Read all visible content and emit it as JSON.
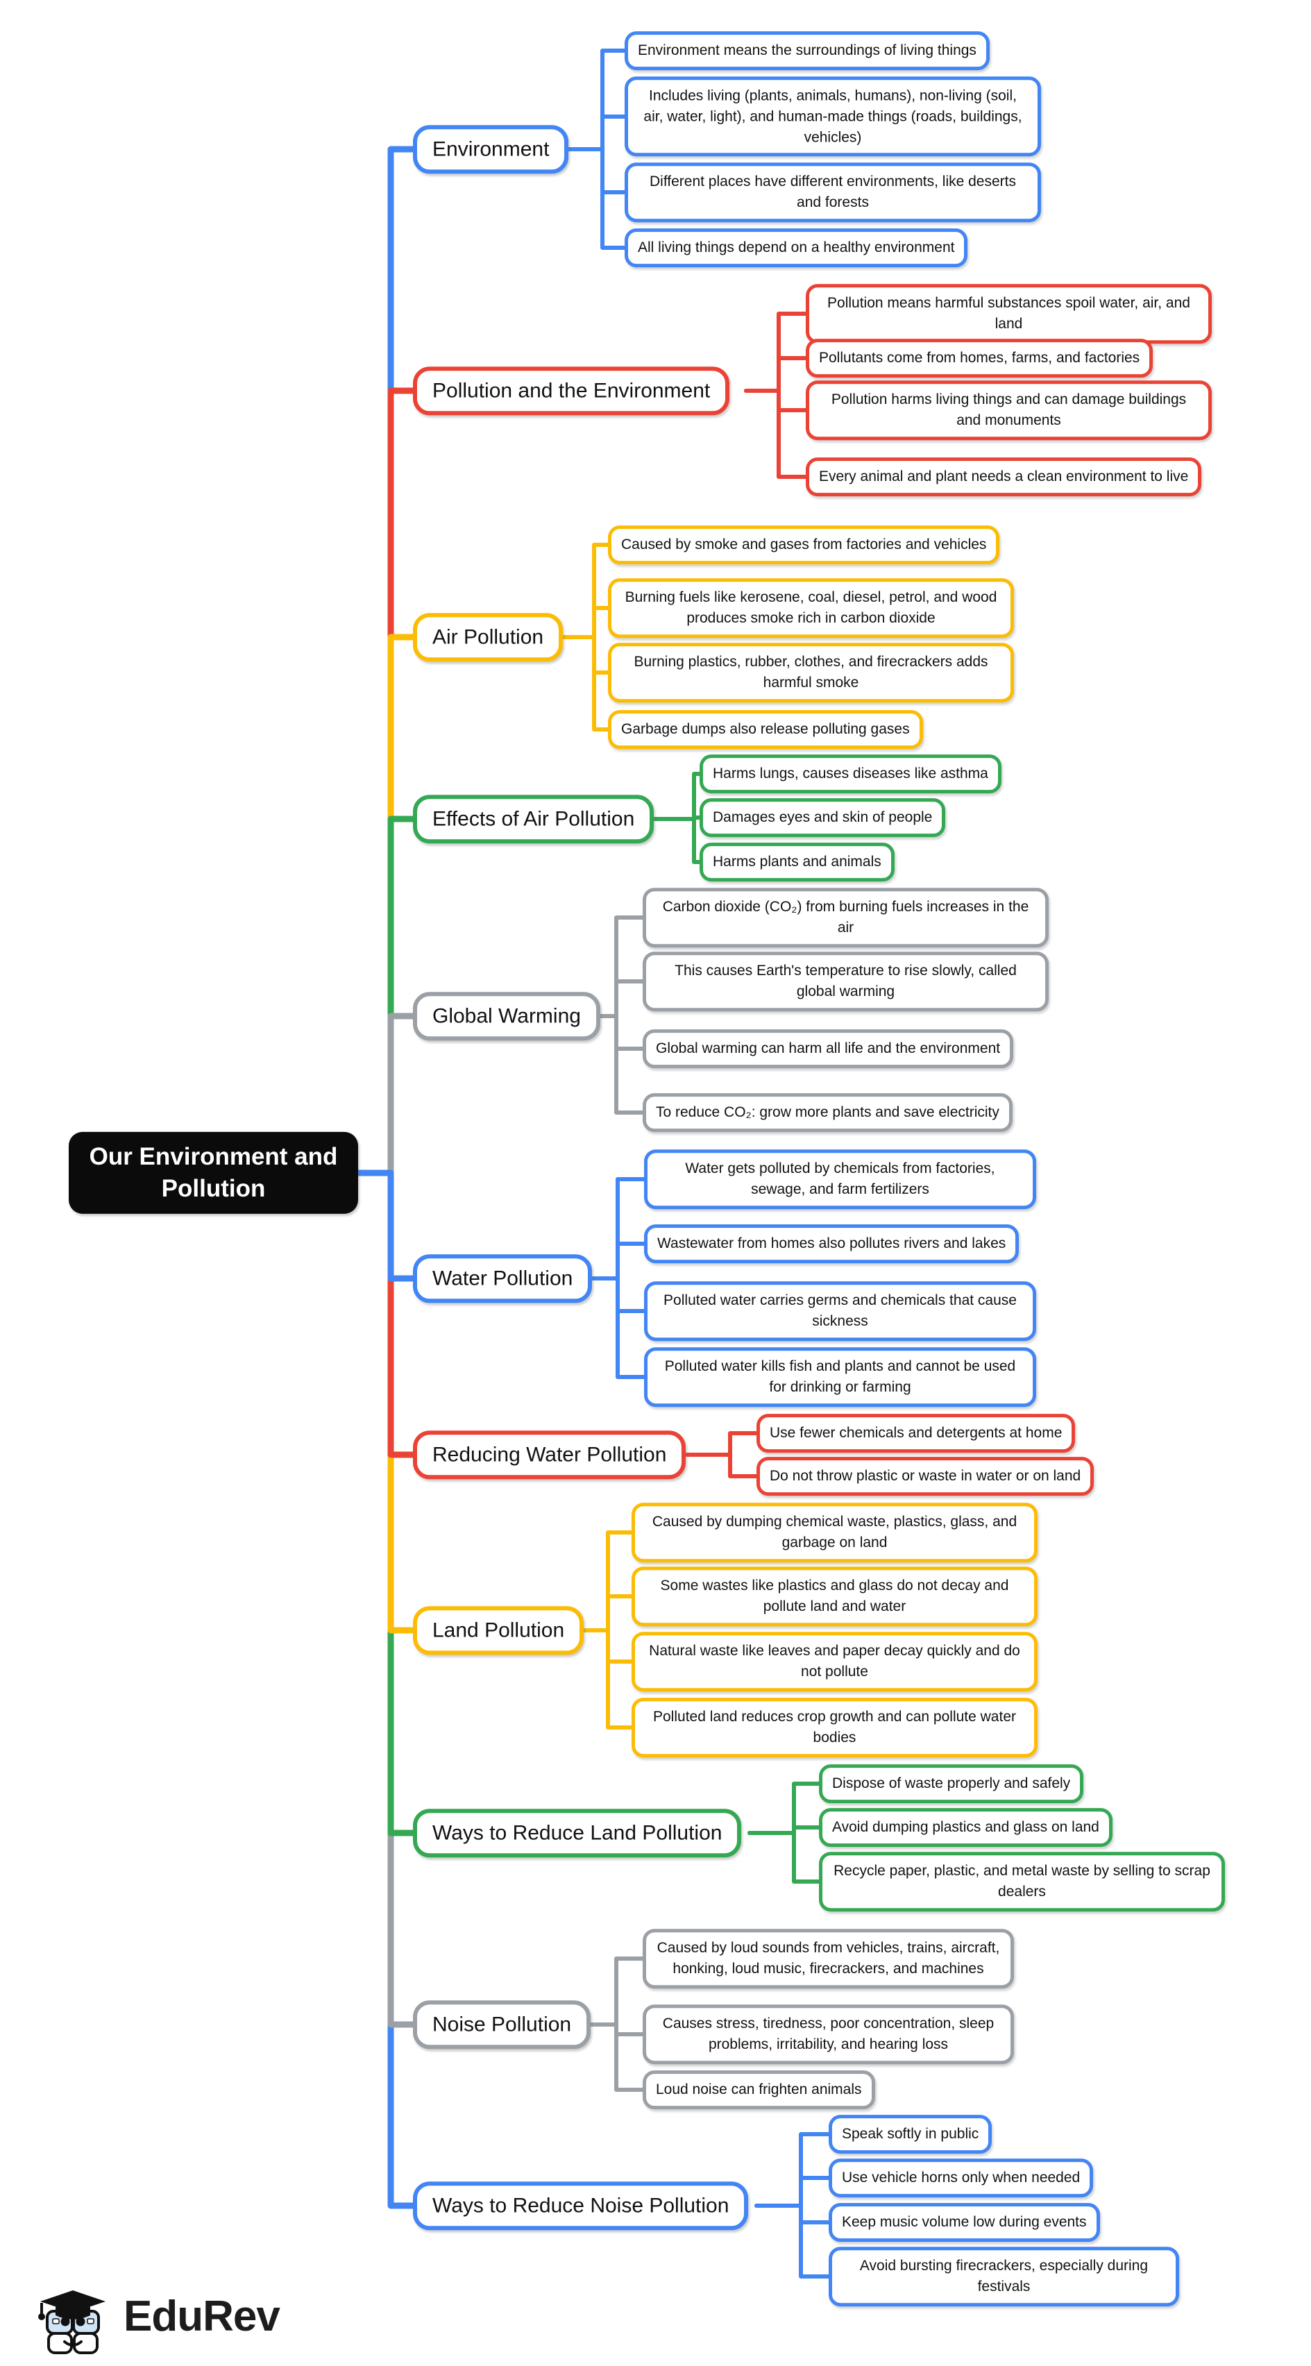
{
  "root": {
    "label": "Our Environment and Pollution"
  },
  "logo": {
    "brand": "EduRev"
  },
  "colors": {
    "blue": "#4285F4",
    "red": "#EA4335",
    "yellow": "#FBBC05",
    "green": "#34A853",
    "gray": "#9AA0A6",
    "root_bg": "#0b0b0b"
  },
  "branches": [
    {
      "label": "Environment",
      "color": "#4285F4",
      "children": [
        "Environment means the surroundings of living things",
        "Includes living (plants, animals, humans), non-living (soil, air, water, light), and human-made things (roads, buildings, vehicles)",
        "Different places have different environments, like deserts and forests",
        "All living things depend on a healthy environment"
      ]
    },
    {
      "label": "Pollution and the Environment",
      "color": "#EA4335",
      "children": [
        "Pollution means harmful substances spoil water, air, and land",
        "Pollutants come from homes, farms, and factories",
        "Pollution harms living things and can damage buildings and monuments",
        "Every animal and plant needs a clean environment to live"
      ]
    },
    {
      "label": "Air Pollution",
      "color": "#FBBC05",
      "children": [
        "Caused by smoke and gases from factories and vehicles",
        "Burning fuels like kerosene, coal, diesel, petrol, and wood produces smoke rich in carbon dioxide",
        "Burning plastics, rubber, clothes, and firecrackers adds harmful smoke",
        "Garbage dumps also release polluting gases"
      ]
    },
    {
      "label": "Effects of Air Pollution",
      "color": "#34A853",
      "children": [
        "Harms lungs, causes diseases like asthma",
        "Damages eyes and skin of people",
        "Harms plants and animals"
      ]
    },
    {
      "label": "Global Warming",
      "color": "#9AA0A6",
      "children": [
        "Carbon dioxide (CO₂) from burning fuels increases in the air",
        "This causes Earth's temperature to rise slowly, called global warming",
        "Global warming can harm all life and the environment",
        "To reduce CO₂: grow more plants and save electricity"
      ]
    },
    {
      "label": "Water Pollution",
      "color": "#4285F4",
      "children": [
        "Water gets polluted by chemicals from factories, sewage, and farm fertilizers",
        "Wastewater from homes also pollutes rivers and lakes",
        "Polluted water carries germs and chemicals that cause sickness",
        "Polluted water kills fish and plants and cannot be used for drinking or farming"
      ]
    },
    {
      "label": "Reducing Water Pollution",
      "color": "#EA4335",
      "children": [
        "Use fewer chemicals and detergents at home",
        "Do not throw plastic or waste in water or on land"
      ]
    },
    {
      "label": "Land Pollution",
      "color": "#FBBC05",
      "children": [
        "Caused by dumping chemical waste, plastics, glass, and garbage on land",
        "Some wastes like plastics and glass do not decay and pollute land and water",
        "Natural waste like leaves and paper decay quickly and do not pollute",
        "Polluted land reduces crop growth and can pollute water bodies"
      ]
    },
    {
      "label": "Ways to Reduce Land Pollution",
      "color": "#34A853",
      "children": [
        "Dispose of waste properly and safely",
        "Avoid dumping plastics and glass on land",
        "Recycle paper, plastic, and metal waste by selling to scrap dealers"
      ]
    },
    {
      "label": "Noise Pollution",
      "color": "#9AA0A6",
      "children": [
        "Caused by loud sounds from vehicles, trains, aircraft, honking, loud music, firecrackers, and machines",
        "Causes stress, tiredness, poor concentration, sleep problems, irritability, and hearing loss",
        "Loud noise can frighten animals"
      ]
    },
    {
      "label": "Ways to Reduce Noise Pollution",
      "color": "#4285F4",
      "children": [
        "Speak softly in public",
        "Use vehicle horns only when needed",
        "Keep music volume low during events",
        "Avoid bursting firecrackers, especially during festivals"
      ]
    }
  ]
}
